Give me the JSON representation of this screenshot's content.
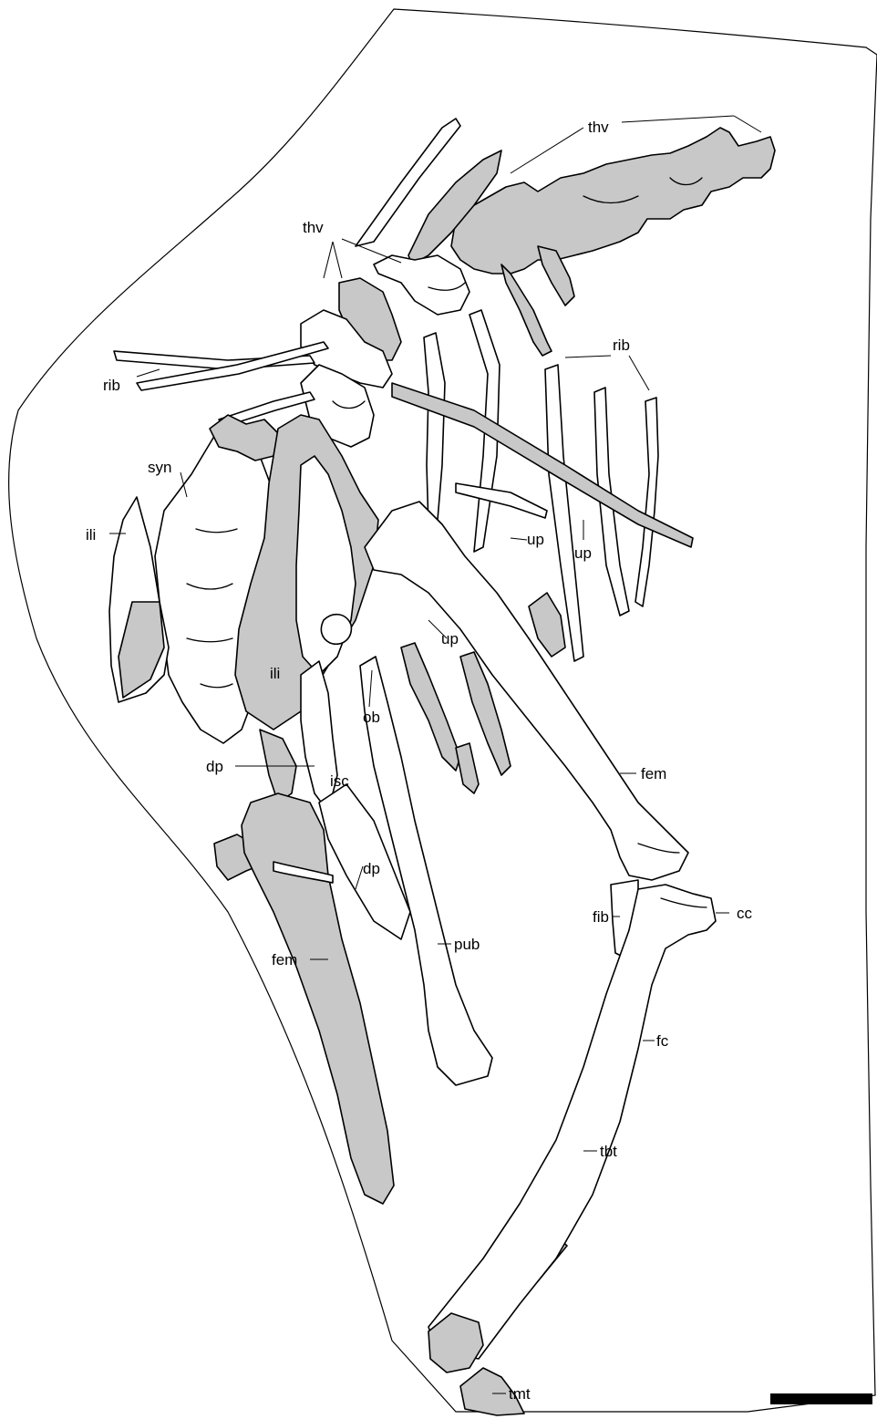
{
  "colors": {
    "background": "#ffffff",
    "outline": "#000000",
    "preserved_bone_fill": "#c8c8c8",
    "scale_bar": "#000000"
  },
  "labels": {
    "thv_top": "thv",
    "thv_left": "thv",
    "rib_left": "rib",
    "rib_right": "rib",
    "syn": "syn",
    "ili_outer": "ili",
    "ili_inner": "ili",
    "up_1": "up",
    "up_2": "up",
    "up_3": "up",
    "ob": "ob",
    "dp_upper": "dp",
    "dp_lower": "dp",
    "isc": "isc",
    "fem_right": "fem",
    "fem_left": "fem",
    "fib": "fib",
    "cc": "cc",
    "pub": "pub",
    "fc": "fc",
    "tbt": "tbt",
    "tmt": "tmt"
  }
}
